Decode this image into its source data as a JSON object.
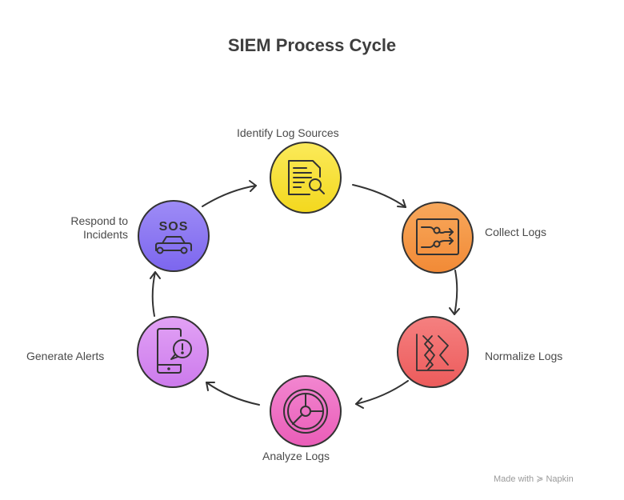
{
  "title": "SIEM Process Cycle",
  "steps": [
    {
      "label": "Identify Log Sources",
      "icon": "document-search-icon",
      "color": "#f7e034"
    },
    {
      "label": "Collect Logs",
      "icon": "flow-routing-icon",
      "color": "#f59a48"
    },
    {
      "label": "Normalize Logs",
      "icon": "zigzag-chart-icon",
      "color": "#f06a6a"
    },
    {
      "label": "Analyze Logs",
      "icon": "pie-wheel-icon",
      "color": "#ef6fc4"
    },
    {
      "label": "Generate Alerts",
      "icon": "phone-alert-icon",
      "color": "#d88ef0"
    },
    {
      "label": "Respond to Incidents",
      "label_line1": "Respond to",
      "label_line2": "Incidents",
      "icon": "sos-car-icon",
      "color": "#8f7af2"
    }
  ],
  "watermark": "Made with ≽ Napkin"
}
